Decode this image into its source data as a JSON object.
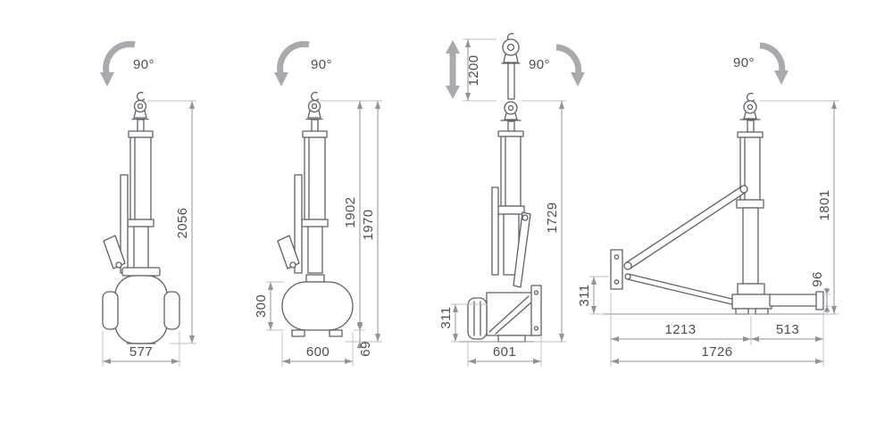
{
  "views": [
    {
      "id": "front",
      "rotation": "90°",
      "dim_height": "2056",
      "dim_width": "577"
    },
    {
      "id": "side",
      "rotation": "90°",
      "dim_mast_height": "1902",
      "dim_total_height": "1970",
      "dim_base_height": "300",
      "dim_width": "600",
      "dim_ground_clearance": "69"
    },
    {
      "id": "folded",
      "rotation": "90°",
      "dim_hook_travel": "1200",
      "dim_height": "1729",
      "dim_base_height": "311",
      "dim_width": "601"
    },
    {
      "id": "extended",
      "rotation": "90°",
      "dim_height": "1801",
      "dim_beam_height": "96",
      "dim_base_height": "311",
      "dim_reach_main": "1213",
      "dim_reach_extension": "513",
      "dim_reach_total": "1726"
    }
  ]
}
